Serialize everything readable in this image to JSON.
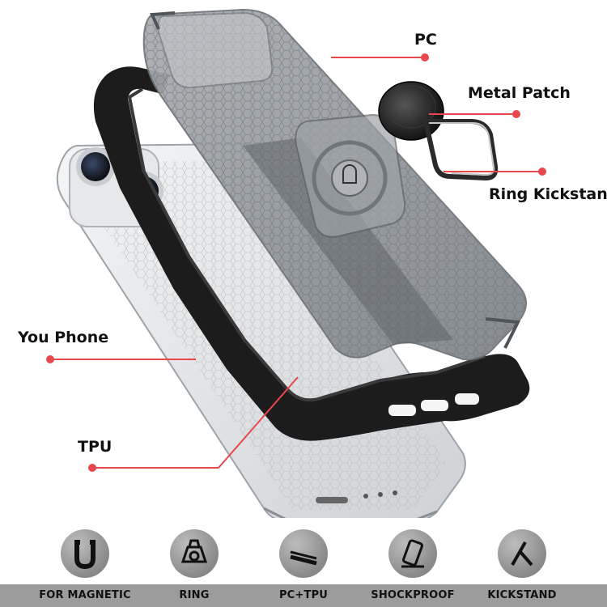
{
  "callouts": {
    "pc": "PC",
    "metal_patch": "Metal Patch",
    "ring_kickstand": "Ring Kickstand",
    "you_phone": "You Phone",
    "tpu": "TPU"
  },
  "features": [
    {
      "label": "FOR MAGNETIC",
      "icon": "magnet-icon"
    },
    {
      "label": "RING",
      "icon": "ring-icon"
    },
    {
      "label": "PC+TPU",
      "icon": "layers-icon"
    },
    {
      "label": "SHOCKPROOF",
      "icon": "shockproof-icon"
    },
    {
      "label": "KICKSTAND",
      "icon": "kickstand-icon"
    }
  ],
  "colors": {
    "accent_red": "#e8474b",
    "case_clear": "#8f9499",
    "bumper_black": "#1a1a1a",
    "phone_silver": "#d9dcdf",
    "icon_circle": "#8e8e8e",
    "footer_band": "#9c9c9c"
  }
}
